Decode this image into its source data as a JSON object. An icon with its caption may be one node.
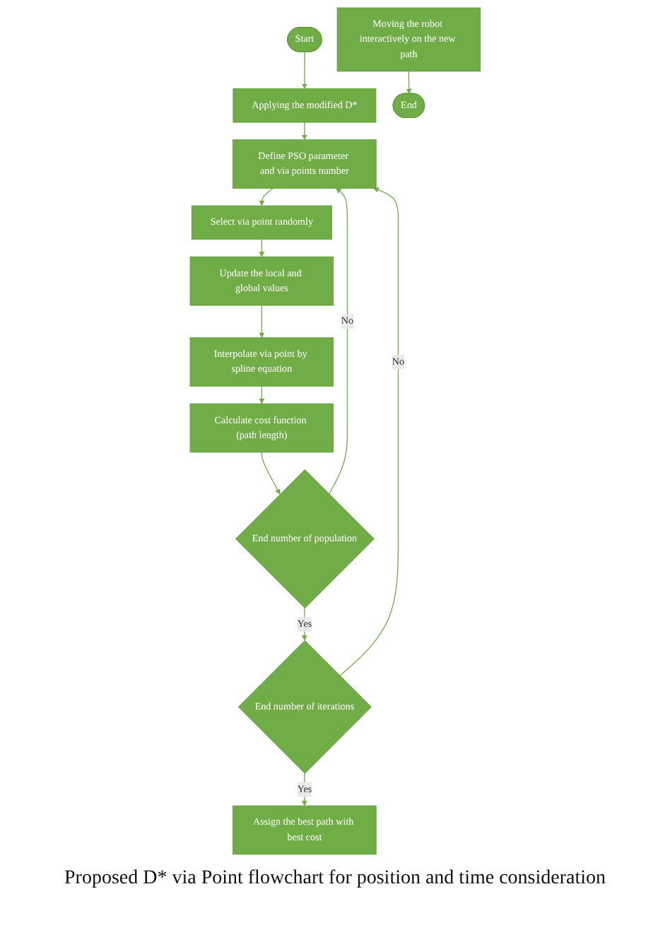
{
  "diagram": {
    "caption": "Proposed D* via Point flowchart for position and time consideration",
    "nodes": [
      {
        "text": [
          "Start"
        ]
      },
      {
        "text": [
          "Applying the modified D*"
        ]
      },
      {
        "text": [
          "End number of iterations"
        ]
      },
      {
        "text": [
          "Define PSO parameter and via points number"
        ]
      },
      {
        "text": [
          "Select via point randomly"
        ]
      },
      {
        "text": [
          "Assign the best path with best cost"
        ]
      },
      {
        "text": [
          "Update the local and global values"
        ]
      },
      {
        "text": [
          "Moving the robot interactively on the new path"
        ]
      },
      {
        "text": [
          "Interpolate via point by spline equation"
        ]
      },
      {
        "text": [
          "Calculate cost function (path length)"
        ]
      },
      {
        "text": [
          "End"
        ]
      },
      {
        "text": [
          "End number of population"
        ]
      }
    ],
    "edges": [
      {
        "from": 0,
        "to": 1,
        "arrow": "to"
      },
      {
        "from": 1,
        "to": 3,
        "arrow": "to"
      },
      {
        "from": 3,
        "to": 4,
        "arrow": "to"
      },
      {
        "from": 4,
        "to": 6,
        "arrow": "to"
      },
      {
        "from": 6,
        "to": 8,
        "arrow": "to"
      },
      {
        "from": 8,
        "to": 9,
        "arrow": "to"
      },
      {
        "from": 9,
        "to": 11,
        "arrow": "to"
      },
      {
        "from": 11,
        "to": 3,
        "label": "No",
        "arrow": "to"
      },
      {
        "from": 11,
        "to": 2,
        "label": "Yes",
        "arrow": "to"
      },
      {
        "from": 2,
        "to": 3,
        "label": "No",
        "arrow": "to"
      },
      {
        "from": 2,
        "to": 5,
        "label": "Yes",
        "arrow": "to"
      },
      {
        "from": 7,
        "to": 10,
        "arrow": "to"
      }
    ]
  }
}
